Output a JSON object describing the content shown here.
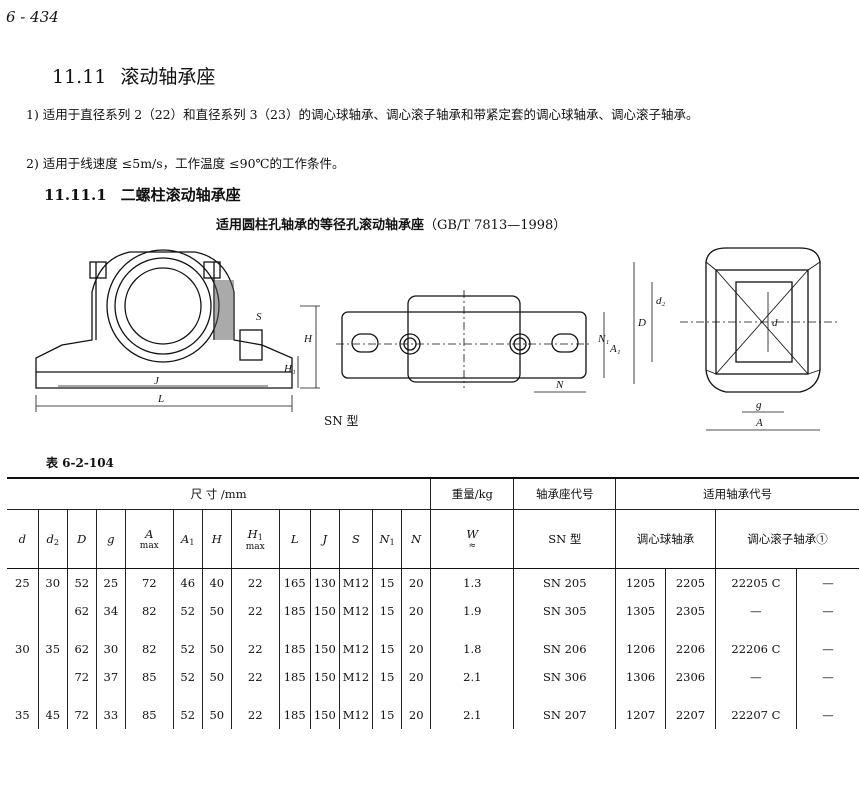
{
  "page_number": "6 - 434",
  "section": {
    "number": "11.11",
    "title": "滚动轴承座"
  },
  "paragraphs": [
    "1) 适用于直径系列 2（22）和直径系列 3（23）的调心球轴承、调心滚子轴承和带紧定套的调心球轴承、调心滚子轴承。",
    "2) 适用于线速度 ≤5m/s，工作温度 ≤90℃的工作条件。"
  ],
  "subsection": {
    "number": "11.11.1",
    "title": "二螺柱滚动轴承座"
  },
  "figure": {
    "title": "适用圆柱孔轴承的等径孔滚动轴承座",
    "standard": "（GB/T 7813—1998）",
    "caption": "SN 型",
    "dim_labels": {
      "H": "H",
      "H1": "H₁",
      "J": "J",
      "L": "L",
      "S": "S",
      "N": "N",
      "N1": "N₁",
      "A1": "A₁",
      "D": "D",
      "d2": "d₂",
      "d": "d",
      "g": "g",
      "A": "A"
    }
  },
  "table": {
    "label": "表 6-2-104",
    "group_headers": {
      "dims": "尺 寸 /mm",
      "weight": "重量/kg",
      "housing_code": "轴承座代号",
      "bearing_code": "适用轴承代号"
    },
    "columns": {
      "d": "d",
      "d2": "d",
      "d2_sub": "2",
      "D": "D",
      "g": "g",
      "A": "A",
      "A_note": "max",
      "A1": "A",
      "A1_sub": "1",
      "H": "H",
      "H1": "H",
      "H1_sub": "1",
      "H1_note": "max",
      "L": "L",
      "J": "J",
      "S": "S",
      "N1": "N",
      "N1_sub": "1",
      "N": "N",
      "W": "W",
      "W_note": "≈",
      "SN": "SN 型",
      "ball": "调心球轴承",
      "roller": "调心滚子轴承①"
    },
    "rows": [
      {
        "d": "25",
        "d2": "30",
        "D": "52",
        "g": "25",
        "A": "72",
        "A1": "46",
        "H": "40",
        "H1": "22",
        "L": "165",
        "J": "130",
        "S": "M12",
        "N1": "15",
        "N": "20",
        "W": "1.3",
        "SN": "SN 205",
        "b1": "1205",
        "b2": "2205",
        "r1": "22205 C",
        "r2": "—"
      },
      {
        "d": "",
        "d2": "",
        "D": "62",
        "g": "34",
        "A": "82",
        "A1": "52",
        "H": "50",
        "H1": "22",
        "L": "185",
        "J": "150",
        "S": "M12",
        "N1": "15",
        "N": "20",
        "W": "1.9",
        "SN": "SN 305",
        "b1": "1305",
        "b2": "2305",
        "r1": "—",
        "r2": "—"
      },
      {
        "d": "30",
        "d2": "35",
        "D": "62",
        "g": "30",
        "A": "82",
        "A1": "52",
        "H": "50",
        "H1": "22",
        "L": "185",
        "J": "150",
        "S": "M12",
        "N1": "15",
        "N": "20",
        "W": "1.8",
        "SN": "SN 206",
        "b1": "1206",
        "b2": "2206",
        "r1": "22206 C",
        "r2": "—"
      },
      {
        "d": "",
        "d2": "",
        "D": "72",
        "g": "37",
        "A": "85",
        "A1": "52",
        "H": "50",
        "H1": "22",
        "L": "185",
        "J": "150",
        "S": "M12",
        "N1": "15",
        "N": "20",
        "W": "2.1",
        "SN": "SN 306",
        "b1": "1306",
        "b2": "2306",
        "r1": "—",
        "r2": "—"
      },
      {
        "d": "35",
        "d2": "45",
        "D": "72",
        "g": "33",
        "A": "85",
        "A1": "52",
        "H": "50",
        "H1": "22",
        "L": "185",
        "J": "150",
        "S": "M12",
        "N1": "15",
        "N": "20",
        "W": "2.1",
        "SN": "SN 207",
        "b1": "1207",
        "b2": "2207",
        "r1": "22207 C",
        "r2": "—"
      }
    ]
  }
}
